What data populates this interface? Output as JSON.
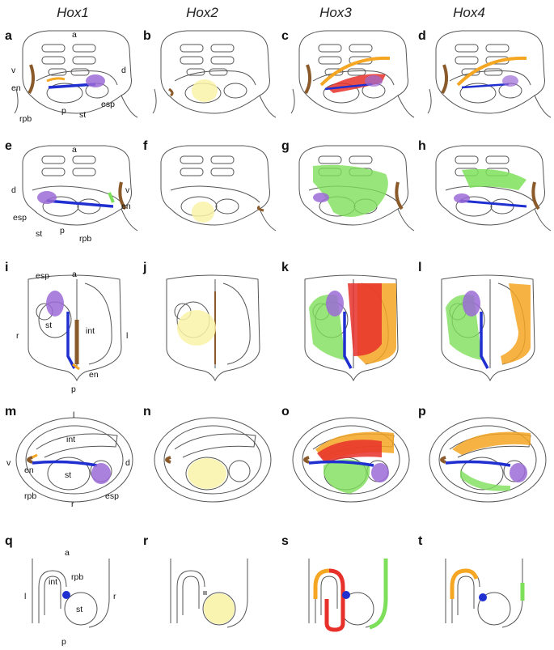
{
  "columns": [
    "Hox1",
    "Hox2",
    "Hox3",
    "Hox4"
  ],
  "panels": [
    "a",
    "b",
    "c",
    "d",
    "e",
    "f",
    "g",
    "h",
    "i",
    "j",
    "k",
    "l",
    "m",
    "n",
    "o",
    "p",
    "q",
    "r",
    "s",
    "t"
  ],
  "labels": {
    "a_a": "a",
    "a_v": "v",
    "a_d": "d",
    "a_en": "en",
    "a_esp": "esp",
    "a_rpb": "rpb",
    "a_st": "st",
    "a_p": "p",
    "e_a": "a",
    "e_d": "d",
    "e_v": "v",
    "e_en": "en",
    "e_esp": "esp",
    "e_st": "st",
    "e_p": "p",
    "e_rpb": "rpb",
    "i_esp": "esp",
    "i_a": "a",
    "i_st": "st",
    "i_int": "int",
    "i_r": "r",
    "i_l": "l",
    "i_en": "en",
    "i_p": "p",
    "m_l": "l",
    "m_int": "int",
    "m_v": "v",
    "m_d": "d",
    "m_en": "en",
    "m_st": "st",
    "m_rpb": "rpb",
    "m_esp": "esp",
    "m_r": "r",
    "q_a": "a",
    "q_int": "int",
    "q_rpb": "rpb",
    "q_l": "l",
    "q_r": "r",
    "q_st": "st",
    "q_p": "p"
  },
  "colors": {
    "brown": "#8B5A2B",
    "orange": "#F5A623",
    "blue": "#1F2FD0",
    "purple": "#9B6BD6",
    "red": "#E8302A",
    "green": "#7EE05A",
    "yellow": "#FAF3A8",
    "outline": "#555555"
  }
}
